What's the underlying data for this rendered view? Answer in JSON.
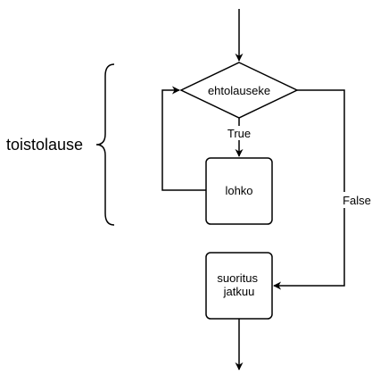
{
  "diagram": {
    "condition": "ehtolauseke",
    "block": "lohko",
    "continue": [
      "suoritus",
      "jatkuu"
    ],
    "true_label": "True",
    "false_label": "False",
    "loop_label": "toistolause"
  }
}
